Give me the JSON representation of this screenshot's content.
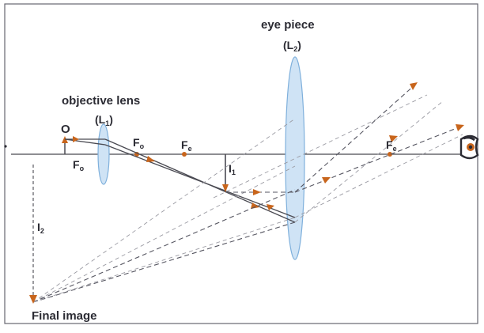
{
  "labels": {
    "eye_piece": "eye piece",
    "eye_piece_symbol": "(L",
    "eye_piece_symbol_sub": "2",
    "eye_piece_symbol_close": ")",
    "objective_lens": "objective lens",
    "objective_symbol": "(L",
    "objective_symbol_sub": "1",
    "objective_symbol_close": ")",
    "object": "O",
    "fo_main": "F",
    "fo_sub": "o",
    "fo_left_main": "F",
    "fo_left_sub": "o",
    "fe_main": "F",
    "fe_sub": "e",
    "fe_right_main": "F",
    "fe_right_sub": "e",
    "i1_main": "I",
    "i1_sub": "1",
    "i2_main": "I",
    "i2_sub": "2",
    "final_image": "Final image"
  },
  "colors": {
    "lens_fill": "#cfe3f5",
    "lens_stroke": "#7fb0dc",
    "arrow": "#c8651c",
    "line": "#4a4a52",
    "eye_dark": "#2b2b33",
    "eye_accent": "#c8651c"
  },
  "icons": {
    "eye": "eye-icon"
  }
}
